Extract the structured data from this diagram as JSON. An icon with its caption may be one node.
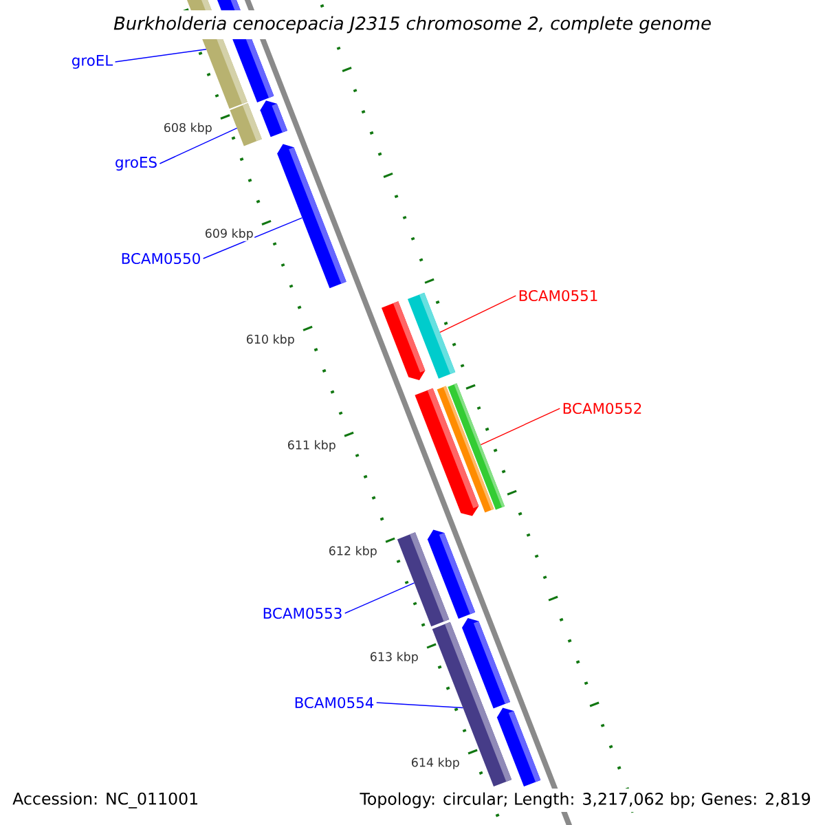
{
  "diagram": {
    "title": "Burkholderia cenocepacia J2315 chromosome 2, complete genome",
    "nodes": [
      {
        "text": [
          "groEL"
        ]
      },
      {
        "text": [],
        "shape": "bar"
      },
      {
        "text": [
          "groES"
        ]
      },
      {
        "text": [],
        "shape": "bar"
      },
      {
        "text": [
          "BCAM0550"
        ]
      },
      {
        "text": [],
        "shape": "bar"
      },
      {
        "text": [
          "BCAM0551"
        ]
      },
      {
        "text": [],
        "shape": "bar"
      },
      {
        "text": [
          "BCAM0552"
        ]
      },
      {
        "text": [],
        "shape": "bar"
      },
      {
        "text": [
          "BCAM0553"
        ]
      },
      {
        "text": [],
        "shape": "bar"
      },
      {
        "text": [
          "BCAM0554"
        ]
      },
      {
        "text": [],
        "shape": "bar"
      }
    ],
    "edges": [
      {
        "from": 0,
        "to": 1,
        "arrow": "none"
      },
      {
        "from": 2,
        "to": 3,
        "arrow": "none"
      },
      {
        "from": 4,
        "to": 5,
        "arrow": "none"
      },
      {
        "from": 6,
        "to": 7,
        "arrow": "none",
        "color": "#ff0000"
      },
      {
        "from": 8,
        "to": 9,
        "arrow": "none",
        "color": "#ff0000"
      },
      {
        "from": 10,
        "to": 11,
        "arrow": "none"
      },
      {
        "from": 12,
        "to": 13,
        "arrow": "none"
      }
    ],
    "labels": [
      "608 kbp",
      "609 kbp",
      "610 kbp",
      "611 kbp",
      "612 kbp",
      "613 kbp",
      "614 kbp",
      "Accession: NC_011001",
      "Topology: circular; Length: 3,217,062 bp; Genes: 2,819"
    ]
  }
}
